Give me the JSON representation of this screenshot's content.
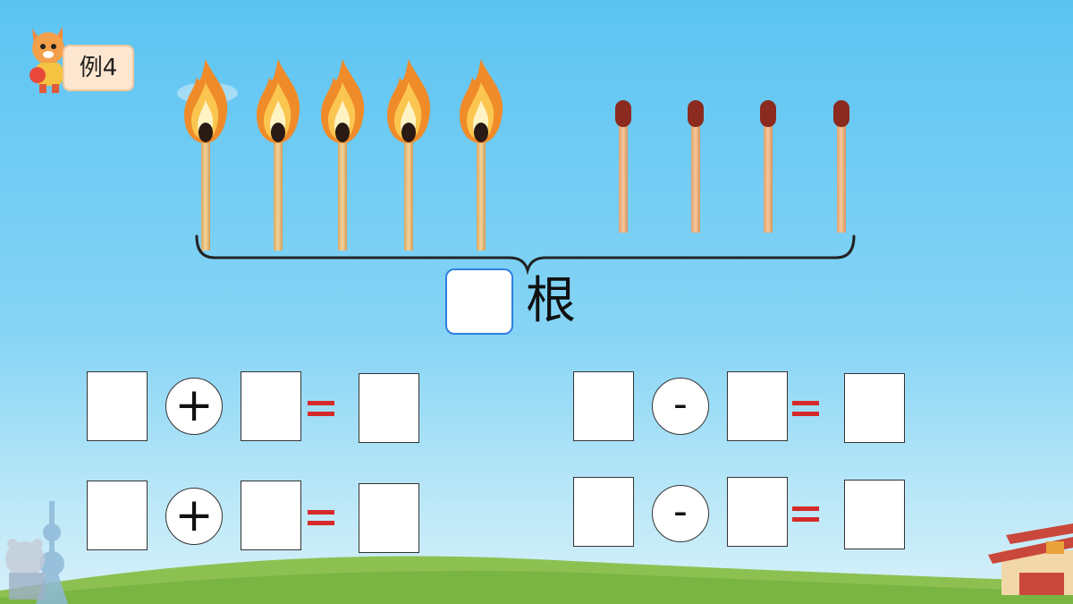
{
  "lesson": {
    "example_label": "例4",
    "mascot": "cat-mascot-icon"
  },
  "illustration": {
    "lit_match_count": 5,
    "unlit_match_count": 4,
    "colors": {
      "flame": "#f5a623",
      "match_head": "#8b2a1f",
      "stick": "#e9c180"
    }
  },
  "total": {
    "answer_value": "",
    "unit": "根"
  },
  "equations": {
    "add": [
      {
        "a": "",
        "op": "+",
        "b": "",
        "eq": "=",
        "result": ""
      },
      {
        "a": "",
        "op": "+",
        "b": "",
        "eq": "=",
        "result": ""
      }
    ],
    "subtract": [
      {
        "a": "",
        "op": "-",
        "b": "",
        "eq": "=",
        "result": ""
      },
      {
        "a": "",
        "op": "-",
        "b": "",
        "eq": "=",
        "result": ""
      }
    ]
  }
}
